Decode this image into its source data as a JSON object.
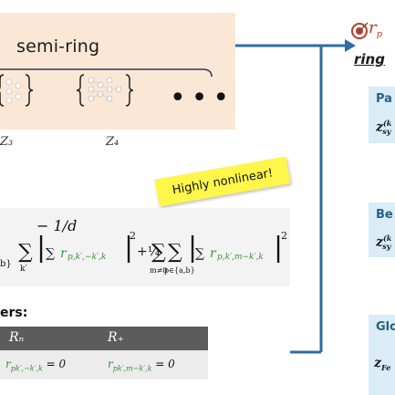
{
  "left_panel": {
    "ring_title": "semi-ring",
    "z_labels": [
      "Z₃",
      "Z₄"
    ],
    "ellipsis": "•••"
  },
  "callout": {
    "text": "Highly nonlinear!"
  },
  "equation": {
    "fragment": "− 1/d",
    "sub_left": "b}",
    "term1": "r",
    "term1_sub": "p,k′,−k′,k",
    "plus_quarter": "+¼",
    "sum_m": "m≠0",
    "sum_p": "p∈{a,b}",
    "term2": "r",
    "term2_sub": "p,k′,m−k′,k",
    "sum_k": "k′",
    "exp": "2"
  },
  "constraints": {
    "label": "ers:",
    "headers": [
      "Rₙ",
      "R₊"
    ],
    "cells": [
      "r",
      "= 0",
      "r",
      "= 0"
    ],
    "cell_subs": [
      "pk′,−k′,k",
      "pk′,m−k′,k"
    ]
  },
  "right_panel": {
    "title_glyph": "r",
    "title_sub": "p",
    "subtitle": "ring",
    "cards": [
      {
        "label": "Pa",
        "value": "z",
        "sup": "(k",
        "sub": "sy"
      },
      {
        "label": "Be",
        "value": "z",
        "sup": "(k",
        "sub": "sy"
      },
      {
        "label": "Glo",
        "value": "z",
        "sub": "Fe"
      }
    ]
  },
  "colors": {
    "arrow": "#2e6da4",
    "peach": "#fbe7d6",
    "card": "#d9ecf7",
    "note": "#fff64a"
  }
}
